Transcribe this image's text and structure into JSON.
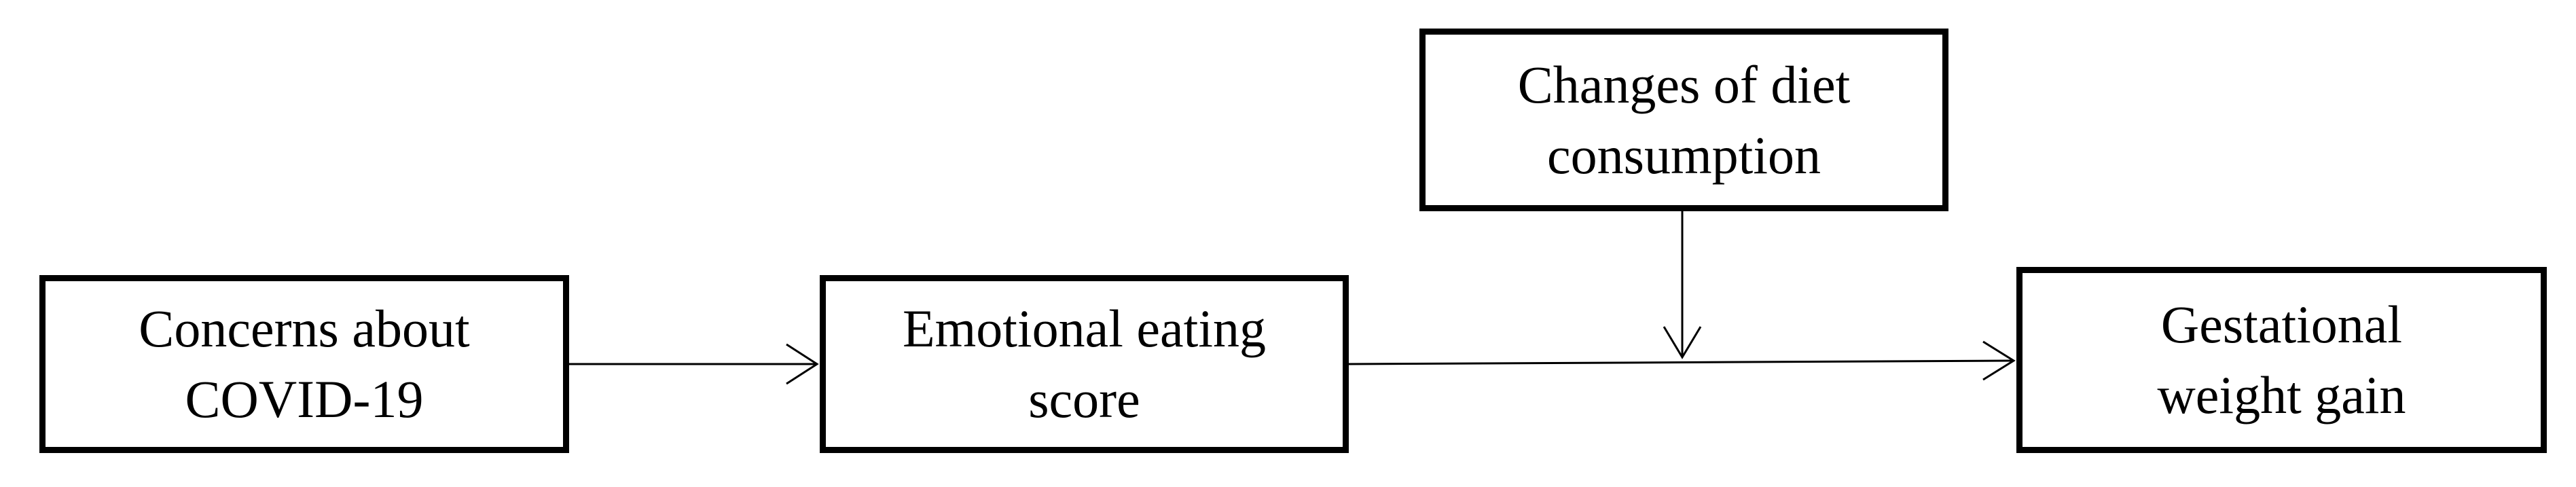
{
  "diagram": {
    "nodes": {
      "concerns": {
        "label": "Concerns about\nCOVID-19"
      },
      "emotional_eating": {
        "label": "Emotional eating\nscore"
      },
      "diet_changes": {
        "label": "Changes of diet\nconsumption"
      },
      "weight_gain": {
        "label": "Gestational\nweight gain"
      }
    },
    "edges": [
      {
        "from": "concerns",
        "to": "emotional_eating"
      },
      {
        "from": "emotional_eating",
        "to": "weight_gain"
      },
      {
        "from": "diet_changes",
        "to": "emotional_eating -> weight_gain"
      }
    ],
    "colors": {
      "line": "#000000",
      "background": "#ffffff"
    }
  }
}
